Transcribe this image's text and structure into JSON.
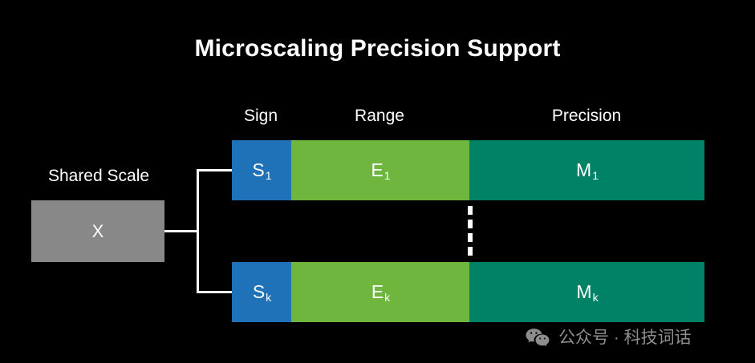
{
  "title": "Microscaling Precision Support",
  "columns": [
    {
      "label": "Sign"
    },
    {
      "label": "Range"
    },
    {
      "label": "Precision"
    }
  ],
  "shared_scale": {
    "label": "Shared Scale",
    "value": "X"
  },
  "rows": [
    {
      "sign": {
        "base": "S",
        "sub": "1"
      },
      "range": {
        "base": "E",
        "sub": "1"
      },
      "precision": {
        "base": "M",
        "sub": "1"
      }
    },
    {
      "sign": {
        "base": "S",
        "sub": "k"
      },
      "range": {
        "base": "E",
        "sub": "k"
      },
      "precision": {
        "base": "M",
        "sub": "k"
      }
    }
  ],
  "ellipsis": "vertical-dashed-ellipsis",
  "watermark": {
    "icon": "wechat-icon",
    "text": "公众号 · 科技词话"
  },
  "colors": {
    "background": "#000000",
    "sign": "#1F71B8",
    "range": "#6FB63E",
    "precision": "#008267",
    "shared_scale": "#888888",
    "text": "#ffffff",
    "watermark": "#8d8d8d"
  }
}
